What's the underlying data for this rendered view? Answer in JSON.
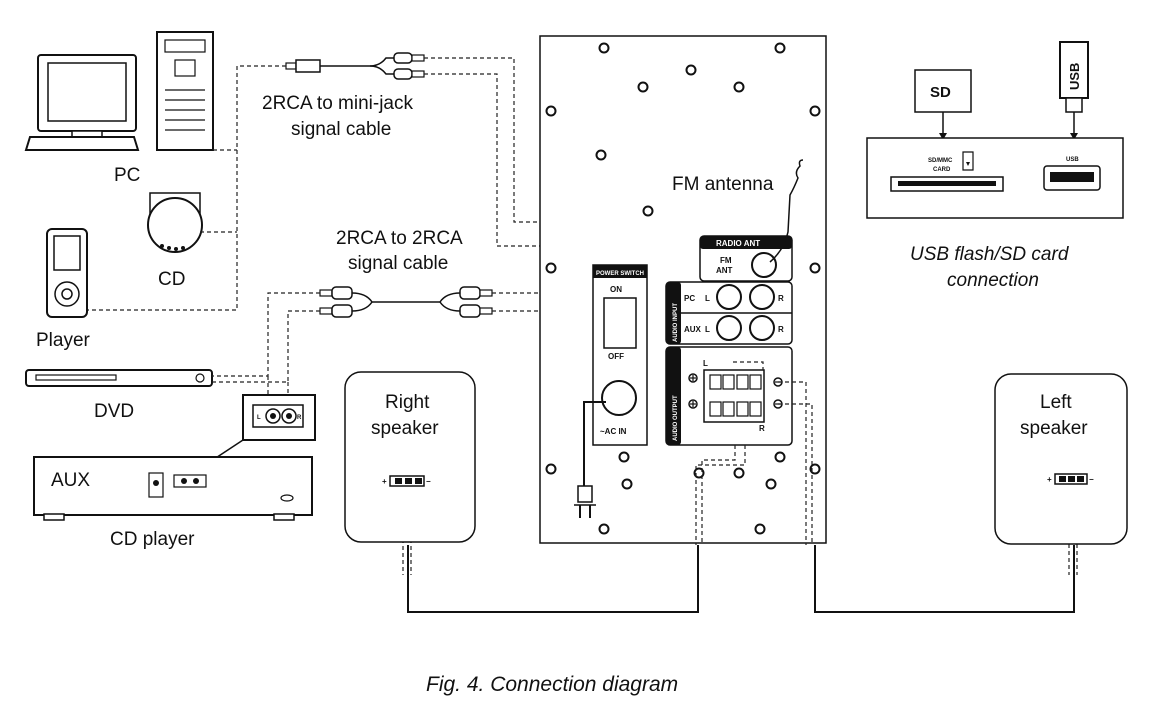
{
  "labels": {
    "pc": "PC",
    "cd": "CD",
    "player": "Player",
    "dvd": "DVD",
    "cd_player": "CD player",
    "aux_device": "AUX",
    "cable1_line1": "2RCA to mini-jack",
    "cable1_line2": "signal cable",
    "cable2_line1": "2RCA to 2RCA",
    "cable2_line2": "signal cable",
    "fm_antenna": "FM antenna",
    "right_speaker_line1": "Right",
    "right_speaker_line2": "speaker",
    "left_speaker_line1": "Left",
    "left_speaker_line2": "speaker",
    "usb_sd_line1": "USB flash/SD card",
    "usb_sd_line2": "connection",
    "caption": "Fig. 4. Connection diagram"
  },
  "panel": {
    "radio_ant": "RADIO ANT",
    "fm_ant_1": "FM",
    "fm_ant_2": "ANT",
    "audio_input": "AUDIO INPUT",
    "pc": "PC",
    "aux": "AUX",
    "l": "L",
    "r": "R",
    "power_switch": "POWER SWITCH",
    "on": "ON",
    "off": "OFF",
    "ac_in": "~AC IN",
    "audio_output": "AUDIO OUTPUT",
    "out_l": "L",
    "out_r": "R"
  },
  "card_panel": {
    "sd_box": "SD",
    "usb_stick": "USB",
    "sd_mmc_1": "SD/MMC",
    "sd_mmc_2": "CARD",
    "usb_port": "USB"
  },
  "aux_jack": {
    "l": "L",
    "r": "R"
  }
}
